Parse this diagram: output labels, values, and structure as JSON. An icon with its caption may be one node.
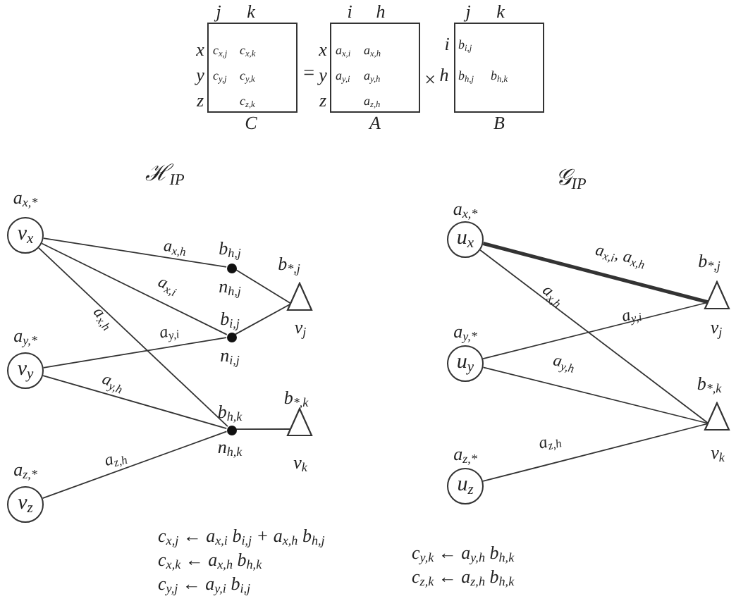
{
  "diagram": {
    "nodes": [
      {
        "text": [
          "c$_{x,j}$",
          "c$_{x,k}$",
          "c$_{y,j}$",
          "c$_{y,k}$",
          "c$_{z,k}$"
        ],
        "beside": [
          "j",
          "k",
          "x",
          "y",
          "z",
          "C"
        ]
      },
      {
        "text": [
          "a$_{x,i}$",
          "a$_{x,h}$",
          "a$_{y,i}$",
          "a$_{y,h}$",
          "a$_{z,h}$"
        ],
        "beside": [
          "i",
          "h",
          "x",
          "y",
          "z",
          "A"
        ]
      },
      {
        "text": [
          "b$_{i,j}$",
          "b$_{h,j}$",
          "b$_{h,k}$"
        ],
        "beside": [
          "j",
          "k",
          "i",
          "h",
          "B"
        ]
      },
      {
        "text": [
          "v$_{x}$"
        ],
        "beside": [
          "a$_{x,*}$"
        ]
      },
      {
        "text": [
          "v$_{y}$"
        ],
        "beside": [
          "a$_{y,*}$"
        ]
      },
      {
        "text": [
          "v$_{z}$"
        ],
        "beside": [
          "a$_{z,*}$"
        ]
      },
      {
        "text": [],
        "shape": "circle",
        "beside": [
          "b$_{h,j}$",
          "n$_{h,j}$"
        ]
      },
      {
        "text": [],
        "shape": "circle",
        "beside": [
          "b$_{i,j}$",
          "n$_{i,j}$"
        ]
      },
      {
        "text": [],
        "shape": "circle",
        "beside": [
          "b$_{h,k}$",
          "n$_{h,k}$"
        ]
      },
      {
        "text": [],
        "shape": "triangle",
        "beside": [
          "b$_{*,j}$",
          "v$_{j}$"
        ]
      },
      {
        "text": [],
        "shape": "triangle",
        "beside": [
          "b$_{*,k}$",
          "v$_{k}$"
        ]
      },
      {
        "text": [
          "u$_{x}$"
        ],
        "beside": [
          "a$_{x,*}$"
        ]
      },
      {
        "text": [
          "u$_{y}$"
        ],
        "beside": [
          "a$_{y,*}$"
        ]
      },
      {
        "text": [
          "u$_{z}$"
        ],
        "beside": [
          "a$_{z,*}$"
        ]
      },
      {
        "text": [],
        "shape": "triangle",
        "beside": [
          "b$_{*,j}$",
          "v$_{j}$"
        ]
      },
      {
        "text": [],
        "shape": "triangle",
        "beside": [
          "b$_{*,k}$",
          "v$_{k}$"
        ]
      }
    ],
    "edges": [
      {
        "from": 3,
        "to": 6,
        "arrow": "none",
        "label": "a$_{x,h}$"
      },
      {
        "from": 3,
        "to": 7,
        "arrow": "none",
        "label": "a$_{x,i}$"
      },
      {
        "from": 3,
        "to": 8,
        "arrow": "none",
        "label": "a$_{x,h}$"
      },
      {
        "from": 4,
        "to": 7,
        "arrow": "none",
        "label": "a$_{y,i}$"
      },
      {
        "from": 4,
        "to": 8,
        "arrow": "none",
        "label": "a$_{y,h}$"
      },
      {
        "from": 5,
        "to": 8,
        "arrow": "none",
        "label": "a$_{z,h}$"
      },
      {
        "from": 6,
        "to": 9,
        "arrow": "none"
      },
      {
        "from": 7,
        "to": 9,
        "arrow": "none"
      },
      {
        "from": 8,
        "to": 10,
        "arrow": "none"
      },
      {
        "from": 11,
        "to": 14,
        "arrow": "none",
        "label": "a$_{x,i}$, a$_{x,h}$",
        "style": "thick"
      },
      {
        "from": 11,
        "to": 15,
        "arrow": "none",
        "label": "a$_{x,h}$"
      },
      {
        "from": 12,
        "to": 14,
        "arrow": "none",
        "label": "a$_{y,i}$"
      },
      {
        "from": 12,
        "to": 15,
        "arrow": "none",
        "label": "a$_{y,h}$"
      },
      {
        "from": 13,
        "to": 15,
        "arrow": "none",
        "label": "a$_{z,h}$"
      }
    ],
    "labels": [
      "=",
      "×",
      "ℋ$_{IP}$",
      "𝒢$_{IP}$",
      "c$_{x,j}$ ← a$_{x,i}$ b$_{i,j}$ + a$_{x,h}$ b$_{h,j}$",
      "c$_{x,k}$ ← a$_{x,h}$ b$_{h,k}$",
      "c$_{y,j}$ ← a$_{y,i}$ b$_{i,j}$",
      "c$_{y,k}$ ← a$_{y,h}$ b$_{h,k}$",
      "c$_{z,k}$ ← a$_{z,h}$ b$_{h,k}$"
    ]
  }
}
